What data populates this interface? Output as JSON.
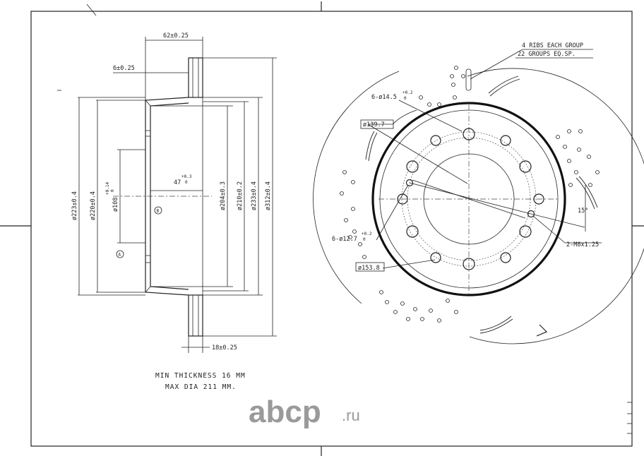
{
  "side_view": {
    "dims": {
      "width_total": "62±0.25",
      "flange": "6±0.25",
      "d223": "ø223±0.4",
      "d220": "ø220±0.4",
      "d108": "ø108",
      "d108_tol_upper": "+0.14",
      "d108_tol_lower": "0",
      "hat_depth": "47",
      "hat_tol_upper": "+0.3",
      "hat_tol_lower": "0",
      "d204": "ø204±0.3",
      "d210": "ø210±0.2",
      "d233": "ø233±0.4",
      "d312": "ø312±0.4",
      "thickness": "18±0.25"
    },
    "datum_a": "A",
    "datum_b": "B"
  },
  "front_view": {
    "ribs_note_1": "4 RIBS EACH GROUP",
    "ribs_note_2": "22 GROUPS EQ.SP.",
    "holes_145": "6-ø14.5",
    "holes_145_tol_upper": "+0.2",
    "holes_145_tol_lower": "0",
    "pcd_1397": "ø139.7",
    "angle": "15°",
    "holes_127": "6-ø12.7",
    "holes_127_tol_upper": "+0.2",
    "holes_127_tol_lower": "0",
    "thread": "2-M8x1.25",
    "center_d": "ø153.8"
  },
  "notes": {
    "min_thickness": "MIN THICKNESS 16 MM",
    "max_dia": "MAX DIA 211 MM."
  },
  "watermark": {
    "brand": "abcp",
    "suffix": ".ru",
    "color": "#9a9a9a"
  }
}
